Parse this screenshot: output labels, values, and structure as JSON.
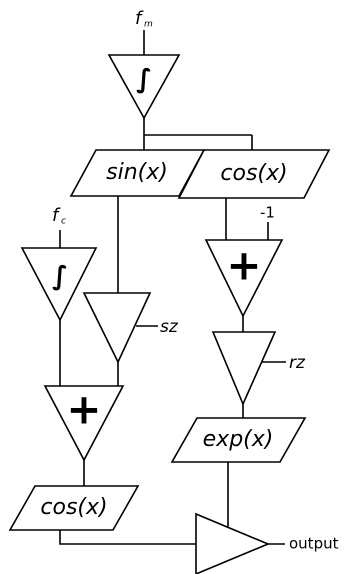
{
  "inputs": {
    "fm": {
      "base": "f",
      "sub": "m"
    },
    "fc": {
      "base": "f",
      "sub": "c"
    },
    "minus_one": "-1",
    "sz": "sz",
    "rz": "rz"
  },
  "blocks": {
    "integrator_top": "∫",
    "integrator_left": "∫",
    "sin": "sin(x)",
    "cos_top": "cos(x)",
    "adder_right": "+",
    "adder_left": "+",
    "exp": "exp(x)",
    "cos_bottom": "cos(x)"
  },
  "output_label": "output"
}
